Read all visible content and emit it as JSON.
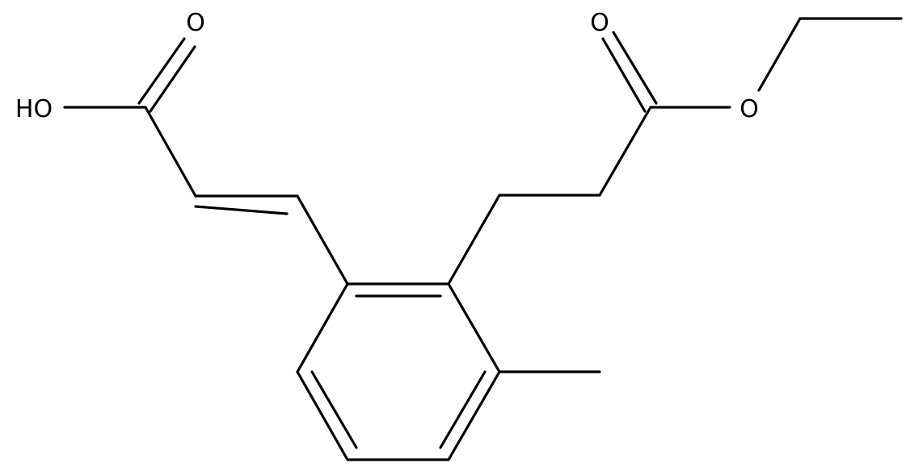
{
  "molecule": {
    "atom_labels": {
      "acid_oxygen_top": "O",
      "acid_hydroxyl": "HO",
      "ester_oxygen_top": "O",
      "ester_oxygen_link": "O"
    }
  }
}
